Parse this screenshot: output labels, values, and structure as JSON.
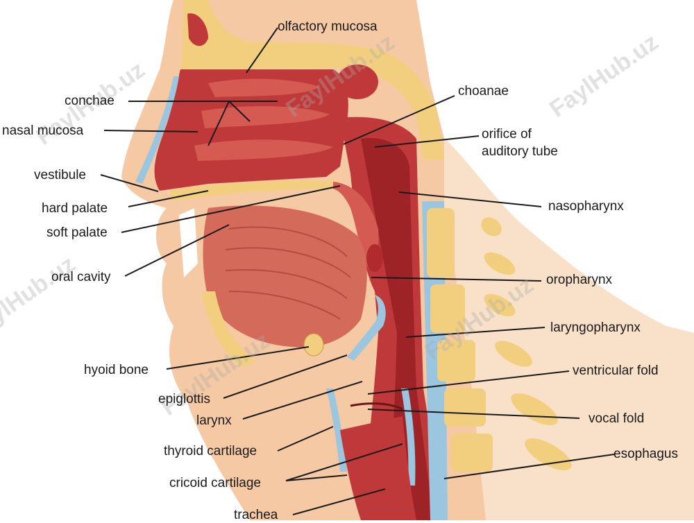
{
  "labels": {
    "olfactory_mucosa": "olfactory mucosa",
    "conchae": "conchae",
    "nasal_mucosa": "nasal mucosa",
    "vestibule": "vestibule",
    "hard_palate": "hard palate",
    "soft_palate": "soft palate",
    "oral_cavity": "oral cavity",
    "hyoid_bone": "hyoid bone",
    "epiglottis": "epiglottis",
    "larynx": "larynx",
    "thyroid_cartilage": "thyroid cartilage",
    "cricoid_cartilage": "cricoid cartilage",
    "trachea": "trachea",
    "choanae": "choanae",
    "orifice_line1": "orifice of",
    "orifice_line2": "auditory tube",
    "nasopharynx": "nasopharynx",
    "oropharynx": "oropharynx",
    "laryngopharynx": "laryngopharynx",
    "ventricular_fold": "ventricular fold",
    "vocal_fold": "vocal fold",
    "esophagus": "esophagus"
  },
  "watermark": "FaylHub.uz",
  "colors": {
    "tissue_red": "#c0393a",
    "tissue_dark": "#9e2326",
    "skin": "#f4c9a4",
    "bone": "#f2cf7e",
    "cartilage_blue": "#9cc5df",
    "leader_line": "#1a1a1a"
  }
}
